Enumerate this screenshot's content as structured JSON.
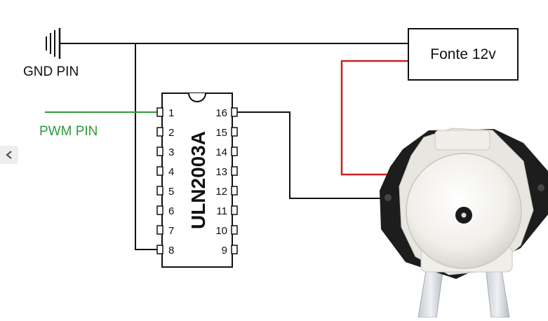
{
  "labels": {
    "gnd": "GND PIN",
    "pwm": "PWM PIN",
    "supply": "Fonte 12v",
    "chip": "ULN2003A"
  },
  "pins": {
    "left": [
      "1",
      "2",
      "3",
      "4",
      "5",
      "6",
      "7",
      "8"
    ],
    "right": [
      "16",
      "15",
      "14",
      "13",
      "12",
      "11",
      "10",
      "9"
    ]
  },
  "colors": {
    "wire": "#111111",
    "pwm_wire": "#2e9a3c",
    "pwm_text": "#2e9a3c",
    "supply_wire": "#cc2020"
  },
  "icons": {
    "nav": "chevron-left-icon",
    "ground": "ground-symbol-icon",
    "pump": "peristaltic-pump-icon"
  }
}
